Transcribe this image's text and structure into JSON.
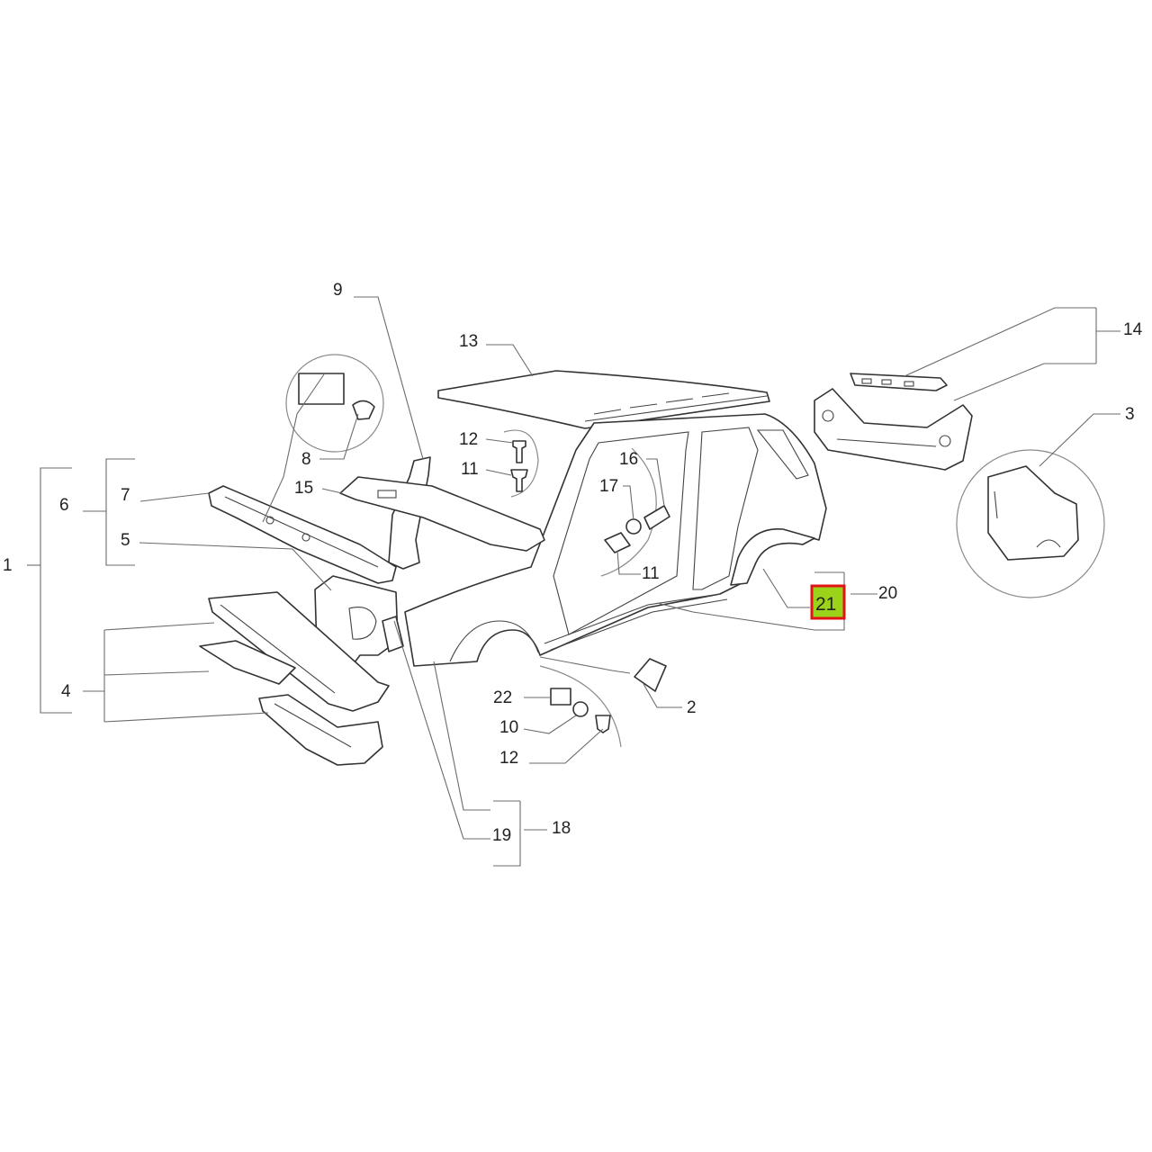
{
  "diagram": {
    "callouts": {
      "c1": "1",
      "c2": "2",
      "c3": "3",
      "c4": "4",
      "c5": "5",
      "c6": "6",
      "c7": "7",
      "c8": "8",
      "c9": "9",
      "c10": "10",
      "c11a": "11",
      "c11b": "11",
      "c12a": "12",
      "c12b": "12",
      "c13": "13",
      "c14": "14",
      "c15": "15",
      "c16": "16",
      "c17": "17",
      "c18": "18",
      "c19": "19",
      "c20": "20",
      "c21": "21",
      "c22": "22"
    },
    "highlighted": "21",
    "colors": {
      "highlight_fill": "#9bd21a",
      "highlight_border": "#e01414",
      "line": "#333333"
    }
  }
}
